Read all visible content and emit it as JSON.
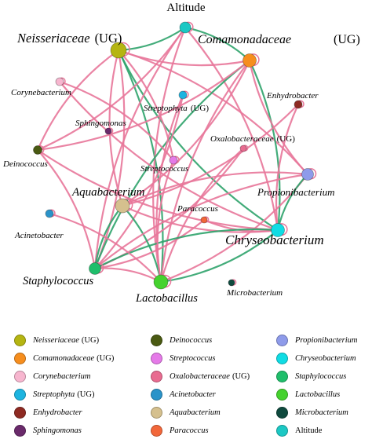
{
  "title": "Altitude",
  "colors": {
    "positive_edge": "#E8779A",
    "negative_edge": "#2FA36B"
  },
  "nodes": [
    {
      "id": "altitude",
      "name": "Altitude",
      "color": "#1CC8C4"
    },
    {
      "id": "neisseriaceae",
      "name": "Neisseriaceae",
      "suffix": "(UG)",
      "color": "#B5B512"
    },
    {
      "id": "comamonadaceae",
      "name": "Comamonadaceae",
      "suffix": "(UG)",
      "color": "#F68E1E"
    },
    {
      "id": "corynebacterium",
      "name": "Corynebacterium",
      "color": "#F7B6CF"
    },
    {
      "id": "streptophyta",
      "name": "Streptophyta",
      "suffix": "(UG)",
      "color": "#1DB4E0"
    },
    {
      "id": "enhydrobacter",
      "name": "Enhydrobacter",
      "color": "#8E2A22"
    },
    {
      "id": "sphingomonas",
      "name": "Sphingomonas",
      "color": "#6A2A6B"
    },
    {
      "id": "oxalobacteraceae",
      "name": "Oxalobacteraceae",
      "suffix": "(UG)",
      "color": "#E86B90"
    },
    {
      "id": "deinococcus",
      "name": "Deinococcus",
      "color": "#4A5A12"
    },
    {
      "id": "streptococcus",
      "name": "Streptococcus",
      "color": "#E57AE8"
    },
    {
      "id": "aquabacterium",
      "name": "Aquabacterium",
      "color": "#D5C08E"
    },
    {
      "id": "propionibacterium",
      "name": "Propionibacterium",
      "color": "#8E9BEA"
    },
    {
      "id": "paracoccus",
      "name": "Paracoccus",
      "color": "#F2673A"
    },
    {
      "id": "acinetobacter",
      "name": "Acinetobacter",
      "color": "#2A93C9"
    },
    {
      "id": "chryseobacterium",
      "name": "Chryseobacterium",
      "color": "#10DCE4"
    },
    {
      "id": "staphylococcus",
      "name": "Staphylococcus",
      "color": "#1FBE6B"
    },
    {
      "id": "lactobacillus",
      "name": "Lactobacillus",
      "color": "#45D22E"
    },
    {
      "id": "microbacterium",
      "name": "Microbacterium",
      "color": "#0F4A3E"
    }
  ],
  "edges": [
    {
      "source": "neisseriaceae",
      "target": "altitude",
      "type": "negative"
    },
    {
      "source": "altitude",
      "target": "comamonadaceae",
      "type": "negative"
    },
    {
      "source": "neisseriaceae",
      "target": "comamonadaceae",
      "type": "positive"
    },
    {
      "source": "neisseriaceae",
      "target": "lactobacillus",
      "type": "negative"
    },
    {
      "source": "neisseriaceae",
      "target": "chryseobacterium",
      "type": "negative"
    },
    {
      "source": "neisseriaceae",
      "target": "staphylococcus",
      "type": "positive"
    },
    {
      "source": "neisseriaceae",
      "target": "deinococcus",
      "type": "positive"
    },
    {
      "source": "neisseriaceae",
      "target": "propionibacterium",
      "type": "positive"
    },
    {
      "source": "neisseriaceae",
      "target": "aquabacterium",
      "type": "positive"
    },
    {
      "source": "neisseriaceae",
      "target": "streptococcus",
      "type": "positive"
    },
    {
      "source": "altitude",
      "target": "lactobacillus",
      "type": "positive"
    },
    {
      "source": "altitude",
      "target": "chryseobacterium",
      "type": "positive"
    },
    {
      "source": "altitude",
      "target": "staphylococcus",
      "type": "positive"
    },
    {
      "source": "altitude",
      "target": "deinococcus",
      "type": "positive"
    },
    {
      "source": "comamonadaceae",
      "target": "staphylococcus",
      "type": "negative"
    },
    {
      "source": "comamonadaceae",
      "target": "chryseobacterium",
      "type": "negative"
    },
    {
      "source": "comamonadaceae",
      "target": "lactobacillus",
      "type": "positive"
    },
    {
      "source": "comamonadaceae",
      "target": "aquabacterium",
      "type": "positive"
    },
    {
      "source": "comamonadaceae",
      "target": "propionibacterium",
      "type": "positive"
    },
    {
      "source": "comamonadaceae",
      "target": "deinococcus",
      "type": "positive"
    },
    {
      "source": "streptophyta",
      "target": "lactobacillus",
      "type": "positive"
    },
    {
      "source": "streptophyta",
      "target": "staphylococcus",
      "type": "positive"
    },
    {
      "source": "corynebacterium",
      "target": "chryseobacterium",
      "type": "positive"
    },
    {
      "source": "corynebacterium",
      "target": "streptococcus",
      "type": "positive"
    },
    {
      "source": "oxalobacteraceae",
      "target": "lactobacillus",
      "type": "positive"
    },
    {
      "source": "oxalobacteraceae",
      "target": "staphylococcus",
      "type": "positive"
    },
    {
      "source": "deinococcus",
      "target": "chryseobacterium",
      "type": "positive"
    },
    {
      "source": "deinococcus",
      "target": "staphylococcus",
      "type": "positive"
    },
    {
      "source": "aquabacterium",
      "target": "chryseobacterium",
      "type": "positive"
    },
    {
      "source": "aquabacterium",
      "target": "propionibacterium",
      "type": "positive"
    },
    {
      "source": "aquabacterium",
      "target": "staphylococcus",
      "type": "negative"
    },
    {
      "source": "aquabacterium",
      "target": "lactobacillus",
      "type": "negative"
    },
    {
      "source": "propionibacterium",
      "target": "staphylococcus",
      "type": "positive"
    },
    {
      "source": "propionibacterium",
      "target": "lactobacillus",
      "type": "positive"
    },
    {
      "source": "propionibacterium",
      "target": "chryseobacterium",
      "type": "negative"
    },
    {
      "source": "paracoccus",
      "target": "staphylococcus",
      "type": "positive"
    },
    {
      "source": "paracoccus",
      "target": "chryseobacterium",
      "type": "positive"
    },
    {
      "source": "chryseobacterium",
      "target": "lactobacillus",
      "type": "negative"
    },
    {
      "source": "chryseobacterium",
      "target": "staphylococcus",
      "type": "negative"
    },
    {
      "source": "staphylococcus",
      "target": "lactobacillus",
      "type": "positive"
    },
    {
      "source": "streptococcus",
      "target": "lactobacillus",
      "type": "positive"
    },
    {
      "source": "acinetobacter",
      "target": "lactobacillus",
      "type": "positive"
    },
    {
      "source": "enhydrobacter",
      "target": "chryseobacterium",
      "type": "positive"
    },
    {
      "source": "enhydrobacter",
      "target": "aquabacterium",
      "type": "positive"
    }
  ],
  "legend": [
    {
      "node": "neisseriaceae"
    },
    {
      "node": "comamonadaceae"
    },
    {
      "node": "corynebacterium"
    },
    {
      "node": "streptophyta"
    },
    {
      "node": "enhydrobacter"
    },
    {
      "node": "sphingomonas"
    },
    {
      "node": "deinococcus"
    },
    {
      "node": "streptococcus"
    },
    {
      "node": "oxalobacteraceae"
    },
    {
      "node": "acinetobacter"
    },
    {
      "node": "aquabacterium"
    },
    {
      "node": "paracoccus"
    },
    {
      "node": "propionibacterium"
    },
    {
      "node": "chryseobacterium"
    },
    {
      "node": "staphylococcus"
    },
    {
      "node": "lactobacillus"
    },
    {
      "node": "microbacterium"
    },
    {
      "node": "altitude"
    }
  ]
}
